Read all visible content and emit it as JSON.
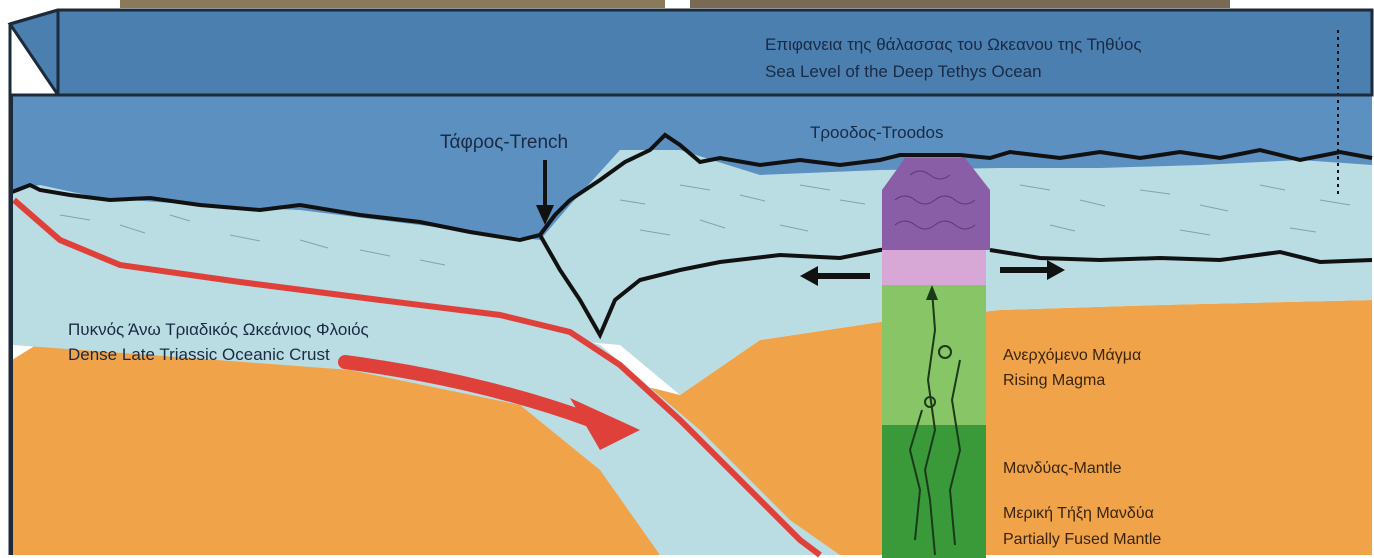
{
  "labels": {
    "sea_level_gr": "Επιφανεια της θάλασσας του Ωκεανου της Τηθύος",
    "sea_level_en": "Sea Level of the Deep Tethys Ocean",
    "trench": "Τάφρος-Trench",
    "troodos": "Τροοδος-Troodos",
    "crust_gr": "Πυκνός Άνω Τριαδικός Ωκεάνιος Φλοιός",
    "crust_en": "Dense Late Triassic Oceanic Crust",
    "magma_gr": "Ανερχόμενο Μάγμα",
    "magma_en": "Rising Magma",
    "mantle": "Μανδύας-Mantle",
    "partial_gr": "Μερική Τήξη Μανδύα",
    "partial_en": "Partially Fused Mantle"
  },
  "colors": {
    "ocean": "#5b90c0",
    "ocean_top": "#4b7fb0",
    "crust": "#b9dde2",
    "mantle": "#f0a348",
    "subduction_line": "#e0403a",
    "troodos_purple": "#8a5ea6",
    "troodos_pink": "#d7a8d6",
    "magma_light": "#88c566",
    "magma_dark": "#3a9a3a"
  }
}
